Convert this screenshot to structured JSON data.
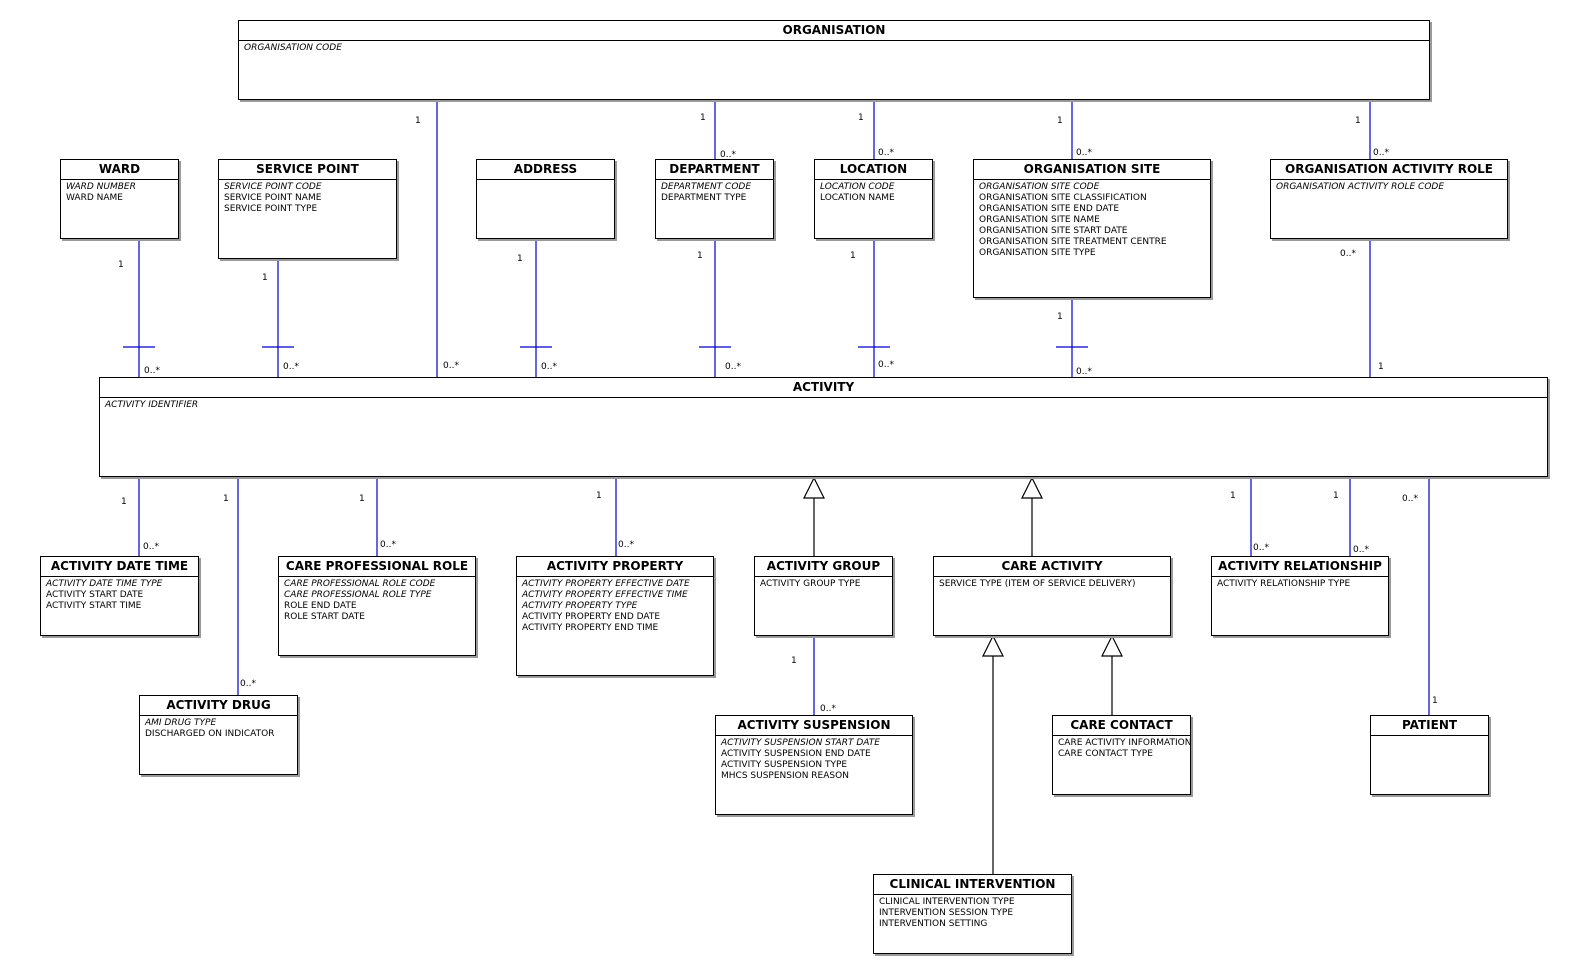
{
  "entities": {
    "organisation": {
      "name": "ORGANISATION",
      "keys": [
        "ORGANISATION CODE"
      ],
      "attrs": []
    },
    "ward": {
      "name": "WARD",
      "keys": [
        "WARD NUMBER"
      ],
      "attrs": [
        "WARD NAME"
      ]
    },
    "service_point": {
      "name": "SERVICE POINT",
      "keys": [
        "SERVICE POINT CODE"
      ],
      "attrs": [
        "SERVICE POINT NAME",
        "SERVICE POINT TYPE"
      ]
    },
    "address": {
      "name": "ADDRESS",
      "keys": [],
      "attrs": []
    },
    "department": {
      "name": "DEPARTMENT",
      "keys": [
        "DEPARTMENT CODE"
      ],
      "attrs": [
        "DEPARTMENT TYPE"
      ]
    },
    "location": {
      "name": "LOCATION",
      "keys": [
        "LOCATION CODE"
      ],
      "attrs": [
        "LOCATION NAME"
      ]
    },
    "organisation_site": {
      "name": "ORGANISATION SITE",
      "keys": [
        "ORGANISATION SITE CODE"
      ],
      "attrs": [
        "ORGANISATION SITE CLASSIFICATION",
        "ORGANISATION SITE END DATE",
        "ORGANISATION SITE NAME",
        "ORGANISATION SITE START DATE",
        "ORGANISATION SITE TREATMENT CENTRE",
        "ORGANISATION SITE TYPE"
      ]
    },
    "org_activity_role": {
      "name": "ORGANISATION ACTIVITY ROLE",
      "keys": [
        "ORGANISATION ACTIVITY ROLE CODE"
      ],
      "attrs": []
    },
    "activity": {
      "name": "ACTIVITY",
      "keys": [
        "ACTIVITY IDENTIFIER"
      ],
      "attrs": []
    },
    "activity_date_time": {
      "name": "ACTIVITY DATE TIME",
      "keys": [
        "ACTIVITY DATE TIME TYPE"
      ],
      "attrs": [
        "ACTIVITY START DATE",
        "ACTIVITY START TIME"
      ]
    },
    "activity_drug": {
      "name": "ACTIVITY DRUG",
      "keys": [
        "AMI DRUG TYPE"
      ],
      "attrs": [
        "DISCHARGED ON INDICATOR"
      ]
    },
    "care_professional_role": {
      "name": "CARE PROFESSIONAL ROLE",
      "keys": [
        "CARE PROFESSIONAL ROLE CODE",
        "CARE PROFESSIONAL ROLE TYPE"
      ],
      "attrs": [
        "ROLE END DATE",
        "ROLE START DATE"
      ]
    },
    "activity_property": {
      "name": "ACTIVITY PROPERTY",
      "keys": [
        "ACTIVITY PROPERTY EFFECTIVE DATE",
        "ACTIVITY PROPERTY EFFECTIVE TIME",
        "ACTIVITY PROPERTY TYPE"
      ],
      "attrs": [
        "ACTIVITY PROPERTY END DATE",
        "ACTIVITY PROPERTY END TIME"
      ]
    },
    "activity_group": {
      "name": "ACTIVITY GROUP",
      "keys": [],
      "attrs": [
        "ACTIVITY GROUP TYPE"
      ]
    },
    "care_activity": {
      "name": "CARE ACTIVITY",
      "keys": [],
      "attrs": [
        "SERVICE TYPE (ITEM OF SERVICE DELIVERY)"
      ]
    },
    "activity_relationship": {
      "name": "ACTIVITY RELATIONSHIP",
      "keys": [],
      "attrs": [
        "ACTIVITY RELATIONSHIP TYPE"
      ]
    },
    "activity_suspension": {
      "name": "ACTIVITY SUSPENSION",
      "keys": [
        "ACTIVITY SUSPENSION START DATE"
      ],
      "attrs": [
        "ACTIVITY SUSPENSION END DATE",
        "ACTIVITY SUSPENSION TYPE",
        "MHCS SUSPENSION REASON"
      ]
    },
    "care_contact": {
      "name": "CARE CONTACT",
      "keys": [],
      "attrs": [
        "CARE ACTIVITY INFORMATION",
        "CARE CONTACT TYPE"
      ]
    },
    "patient": {
      "name": "PATIENT",
      "keys": [],
      "attrs": []
    },
    "clinical_intervention": {
      "name": "CLINICAL INTERVENTION",
      "keys": [],
      "attrs": [
        "CLINICAL INTERVENTION TYPE",
        "INTERVENTION SESSION TYPE",
        "INTERVENTION SETTING"
      ]
    }
  },
  "relationships": [
    {
      "from": "organisation",
      "to": "activity",
      "from_mult": "1",
      "to_mult": "0..*"
    },
    {
      "from": "organisation",
      "to": "department",
      "from_mult": "1",
      "to_mult": "0..*"
    },
    {
      "from": "organisation",
      "to": "location",
      "from_mult": "1",
      "to_mult": "0..*"
    },
    {
      "from": "organisation",
      "to": "organisation_site",
      "from_mult": "1",
      "to_mult": "0..*"
    },
    {
      "from": "organisation",
      "to": "org_activity_role",
      "from_mult": "1",
      "to_mult": "0..*"
    },
    {
      "from": "ward",
      "to": "activity",
      "from_mult": "1",
      "to_mult": "0..*"
    },
    {
      "from": "service_point",
      "to": "activity",
      "from_mult": "1",
      "to_mult": "0..*"
    },
    {
      "from": "address",
      "to": "activity",
      "from_mult": "1",
      "to_mult": "0..*"
    },
    {
      "from": "department",
      "to": "activity",
      "from_mult": "1",
      "to_mult": "0..*"
    },
    {
      "from": "location",
      "to": "activity",
      "from_mult": "1",
      "to_mult": "0..*"
    },
    {
      "from": "organisation_site",
      "to": "activity",
      "from_mult": "1",
      "to_mult": "0..*"
    },
    {
      "from": "org_activity_role",
      "to": "activity",
      "from_mult": "0..*",
      "to_mult": "1"
    },
    {
      "from": "activity",
      "to": "activity_date_time",
      "from_mult": "1",
      "to_mult": "0..*"
    },
    {
      "from": "activity",
      "to": "activity_drug",
      "from_mult": "1",
      "to_mult": "0..*"
    },
    {
      "from": "activity",
      "to": "care_professional_role",
      "from_mult": "1",
      "to_mult": "0..*"
    },
    {
      "from": "activity",
      "to": "activity_property",
      "from_mult": "1",
      "to_mult": "0..*"
    },
    {
      "from": "activity",
      "to": "activity_relationship",
      "from_mult": "1",
      "to_mult": "0..*"
    },
    {
      "from": "activity",
      "to": "activity_relationship",
      "from_mult": "1",
      "to_mult": "0..*"
    },
    {
      "from": "activity",
      "to": "patient",
      "from_mult": "0..*",
      "to_mult": "1"
    },
    {
      "from": "activity_group",
      "to": "activity_suspension",
      "from_mult": "1",
      "to_mult": "0..*"
    }
  ],
  "generalizations": [
    {
      "child": "activity_group",
      "parent": "activity"
    },
    {
      "child": "care_activity",
      "parent": "activity"
    },
    {
      "child": "clinical_intervention",
      "parent": "care_activity"
    },
    {
      "child": "care_contact",
      "parent": "care_activity"
    }
  ],
  "colors": {
    "relationship_line": "#0000cc",
    "generalization_line": "#000000",
    "entity_border": "#000000",
    "shadow": "#9a9a9a"
  }
}
